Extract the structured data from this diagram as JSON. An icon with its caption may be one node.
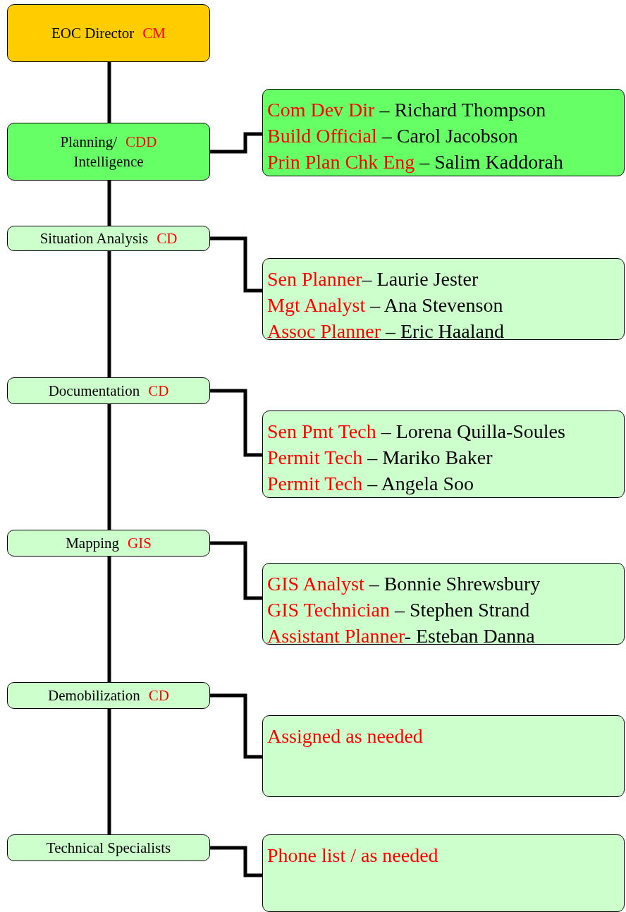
{
  "diagram": {
    "nodes": [
      {
        "text": [
          "EOC Director",
          "CM"
        ]
      },
      {
        "text": [
          "Planning/",
          "CDD",
          "Intelligence"
        ]
      },
      {
        "text": [
          "Com Dev Dir – Richard Thompson",
          "Build Official – Carol Jacobson",
          "Prin Plan Chk Eng – Salim Kaddorah"
        ]
      },
      {
        "text": [
          "Situation Analysis",
          "CD"
        ]
      },
      {
        "text": [
          "Sen Planner– Laurie Jester",
          "Mgt Analyst – Ana Stevenson",
          "Assoc Planner – Eric Haaland"
        ]
      },
      {
        "text": [
          "Documentation",
          "CD"
        ]
      },
      {
        "text": [
          "Sen Pmt Tech – Lorena Quilla-Soules",
          "Permit Tech – Mariko Baker",
          "Permit Tech – Angela Soo"
        ]
      },
      {
        "text": [
          "Mapping",
          "GIS"
        ]
      },
      {
        "text": [
          "GIS Analyst – Bonnie Shrewsbury",
          "GIS Technician – Stephen Strand",
          "Assistant Planner- Esteban Danna"
        ]
      },
      {
        "text": [
          "Demobilization",
          "CD"
        ]
      },
      {
        "text": [
          "Assigned as needed"
        ]
      },
      {
        "text": [
          "Technical Specialists"
        ]
      },
      {
        "text": [
          "Phone list / as needed"
        ]
      }
    ],
    "edges": [
      {
        "from": 0,
        "to": 1,
        "arrow": "none"
      },
      {
        "from": 1,
        "to": 2,
        "arrow": "none"
      },
      {
        "from": 1,
        "to": 3,
        "arrow": "none"
      },
      {
        "from": 3,
        "to": 4,
        "arrow": "none"
      },
      {
        "from": 3,
        "to": 5,
        "arrow": "none"
      },
      {
        "from": 5,
        "to": 6,
        "arrow": "none"
      },
      {
        "from": 5,
        "to": 7,
        "arrow": "none"
      },
      {
        "from": 7,
        "to": 8,
        "arrow": "none"
      },
      {
        "from": 7,
        "to": 9,
        "arrow": "none"
      },
      {
        "from": 9,
        "to": 10,
        "arrow": "none"
      },
      {
        "from": 9,
        "to": 11,
        "arrow": "none"
      },
      {
        "from": 11,
        "to": 12,
        "arrow": "none"
      }
    ]
  }
}
